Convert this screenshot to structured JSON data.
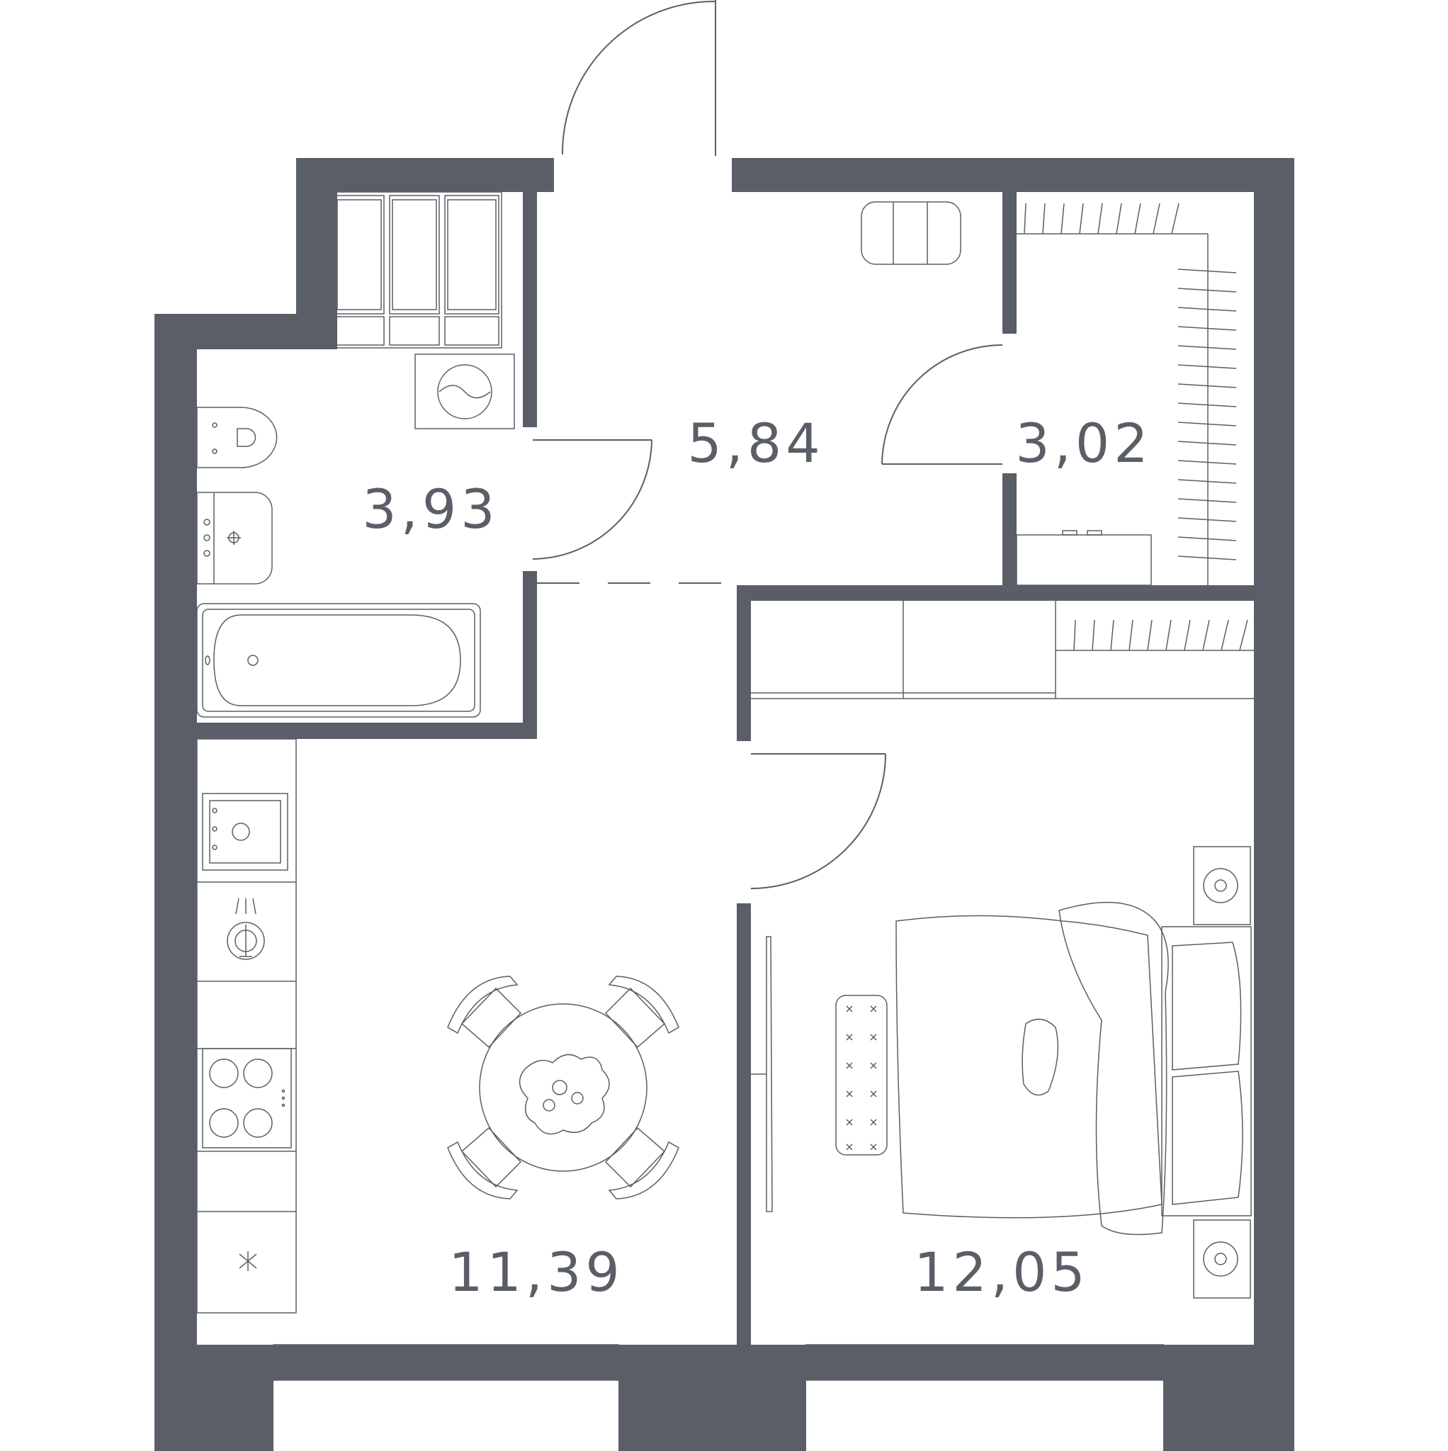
{
  "rooms": [
    {
      "id": "bathroom",
      "area": "3,93"
    },
    {
      "id": "hallway",
      "area": "5,84"
    },
    {
      "id": "wardrobe",
      "area": "3,02"
    },
    {
      "id": "kitchen-living",
      "area": "11,39"
    },
    {
      "id": "bedroom",
      "area": "12,05"
    }
  ],
  "colors": {
    "wall": "#5a5e66",
    "background": "#ffffff"
  }
}
